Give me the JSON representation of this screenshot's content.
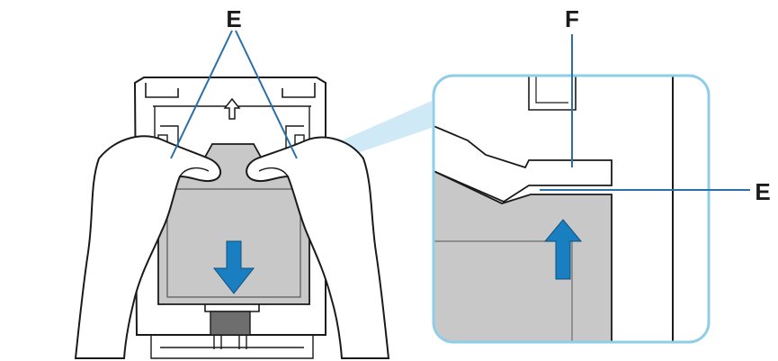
{
  "labels": {
    "e_top": "E",
    "f_top": "F",
    "e_right": "E"
  },
  "icons": [
    "up-arrow-icon",
    "push-down-arrow-icon",
    "push-up-arrow-icon"
  ],
  "colors": {
    "arrow": "#1a7fc0",
    "callout_border": "#8fcdea",
    "callout_beam": "#cfe9f6",
    "cartridge": "#c8c8c8",
    "outline": "#1a1a1a",
    "leader_line": "#2a6fa8"
  }
}
